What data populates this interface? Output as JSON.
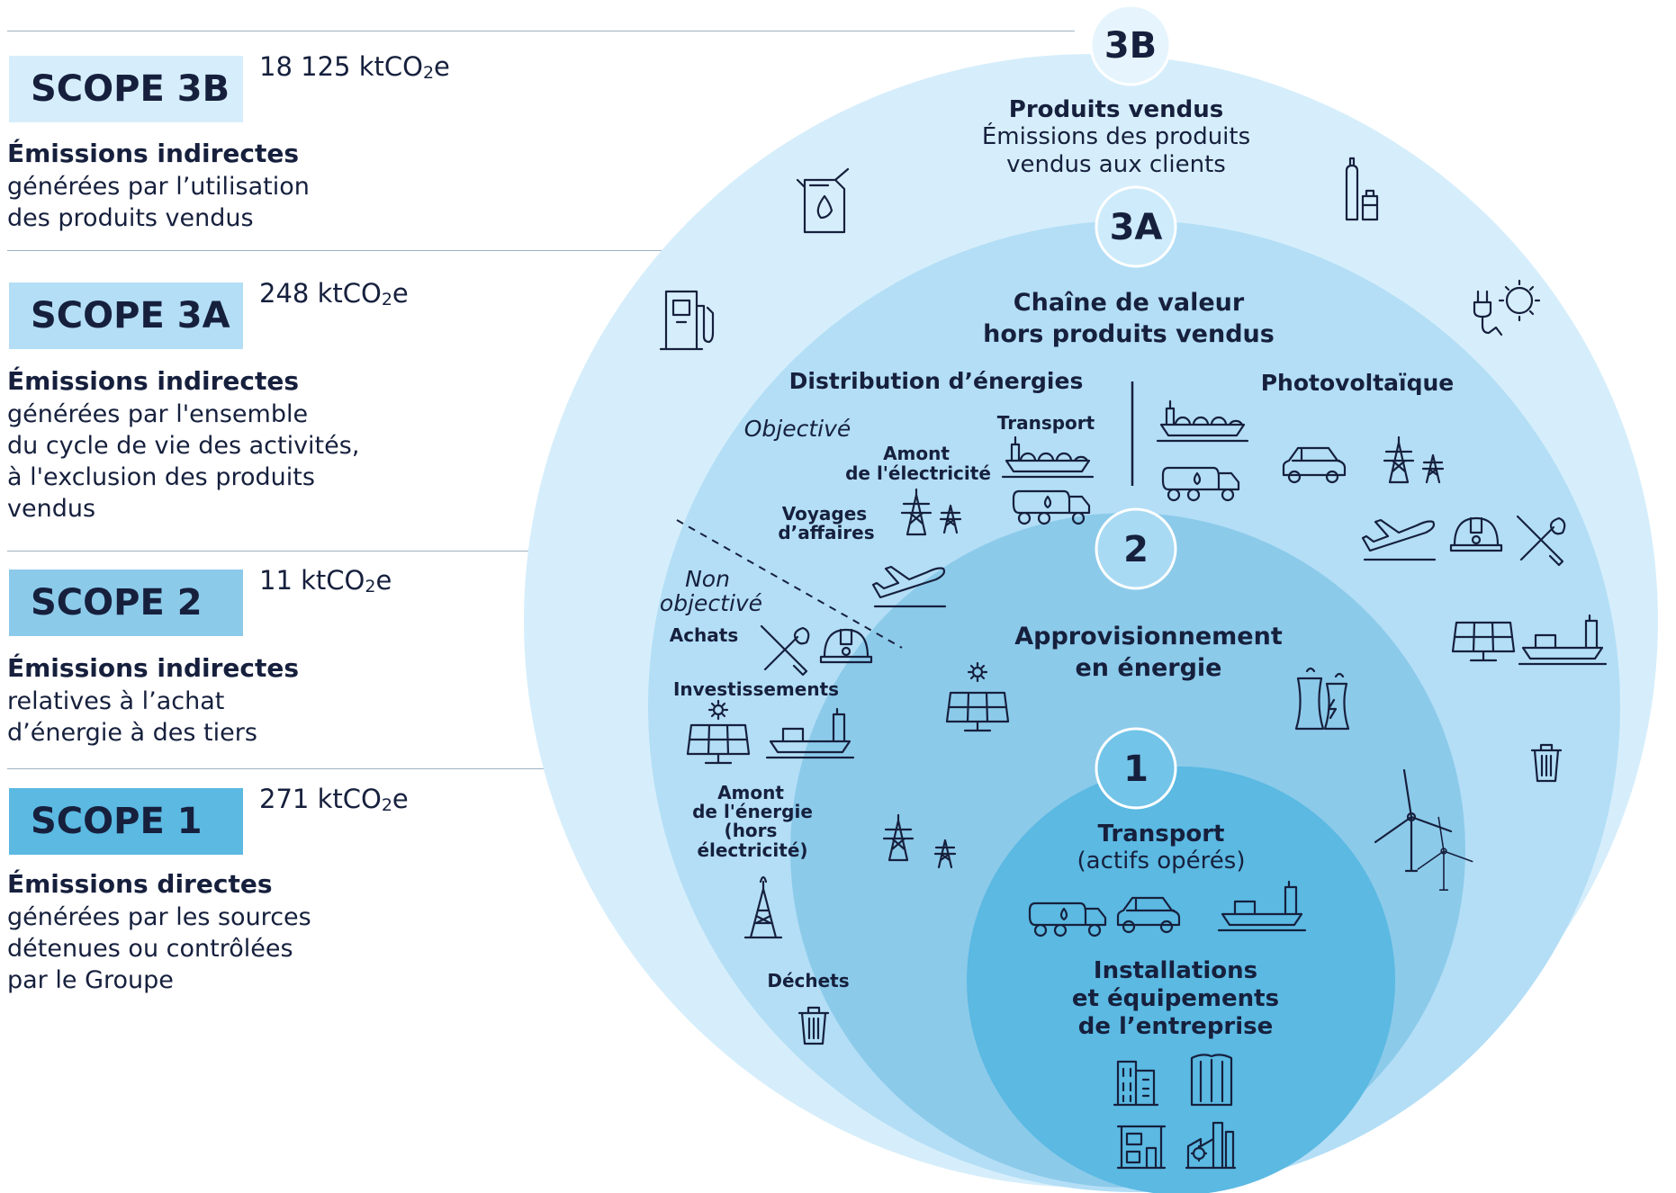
{
  "colors": {
    "scope3b_circle": "#d6eefb",
    "scope3a_circle": "#b3def6",
    "scope2_circle": "#8ccaea",
    "scope1_circle": "#5bb9e2",
    "scope3b_box": "#d6eefb",
    "scope3a_box": "#b3def6",
    "scope2_box": "#8ccaea",
    "scope1_box": "#5bb9e2",
    "ink": "#16203d"
  },
  "scopes": {
    "s3b": {
      "label": "SCOPE 3B",
      "amount": "18 125 ktCO",
      "sub": "2",
      "unit": "e",
      "heading": "Émissions indirectes",
      "desc": "générées par l’utilisation\ndes produits vendus"
    },
    "s3a": {
      "label": "SCOPE 3A",
      "amount": "248 ktCO",
      "sub": "2",
      "unit": "e",
      "heading": "Émissions indirectes",
      "desc": "générées par l'ensemble\ndu cycle de vie des activités,\nà l'exclusion des produits\nvendus"
    },
    "s2": {
      "label": "SCOPE 2",
      "amount": "11 ktCO",
      "sub": "2",
      "unit": "e",
      "heading": "Émissions indirectes",
      "desc": "relatives à l’achat\nd’énergie à des tiers"
    },
    "s1": {
      "label": "SCOPE 1",
      "amount": "271 ktCO",
      "sub": "2",
      "unit": "e",
      "heading": "Émissions directes",
      "desc": "générées par les sources\ndétenues ou contrôlées\npar le Groupe"
    }
  },
  "badges": {
    "b3b": "3B",
    "b3a": "3A",
    "b2": "2",
    "b1": "1"
  },
  "diagram": {
    "produits_title": "Produits vendus",
    "produits_line1": "Émissions des produits",
    "produits_line2": "vendus aux clients",
    "chaine_line1": "Chaîne de valeur",
    "chaine_line2": "hors produits vendus",
    "distribution": "Distribution d’énergies",
    "photovoltaique": "Photovoltaïque",
    "objective": "Objectivé",
    "non_objective_1": "Non",
    "non_objective_2": "objectivé",
    "transport_3a": "Transport",
    "amont_elec_1": "Amont",
    "amont_elec_2": "de l'électricité",
    "voyages_1": "Voyages",
    "voyages_2": "d’affaires",
    "achats": "Achats",
    "investissements": "Investissements",
    "amont_energie_1": "Amont",
    "amont_energie_2": "de l'énergie",
    "amont_energie_3": "(hors",
    "amont_energie_4": "électricité)",
    "dechets": "Déchets",
    "appro_1": "Approvisionnement",
    "appro_2": "en énergie",
    "transport_1": "Transport",
    "transport_1_sub": "(actifs opérés)",
    "install_1": "Installations",
    "install_2": "et équipements",
    "install_3": "de l’entreprise"
  }
}
